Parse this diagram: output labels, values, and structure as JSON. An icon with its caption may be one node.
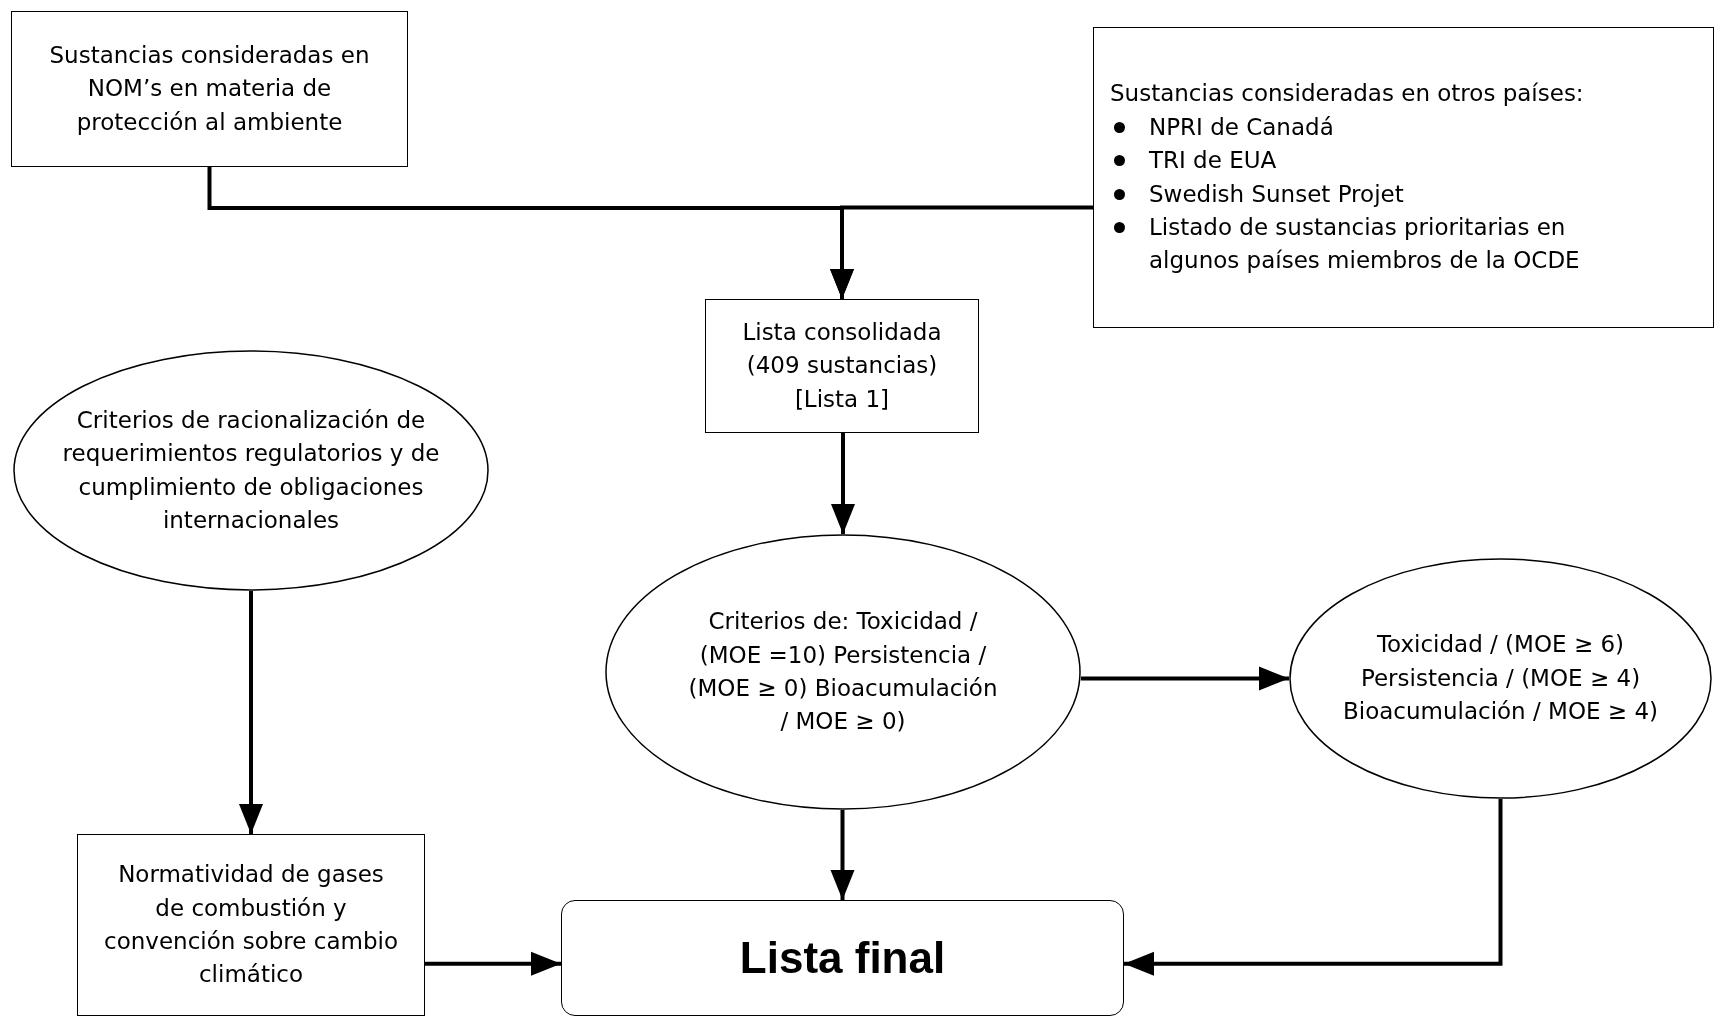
{
  "diagram": {
    "nodes": [
      {
        "text": [
          "Sustancias consideradas en NOM’s en materia de protección al ambiente"
        ]
      },
      {
        "text": [
          "Sustancias consideradas en otros países:",
          "NPRI de Canadá",
          "TRI de EUA",
          "Swedish Sunset Projet",
          "Listado de sustancias prioritarias en algunos países miembros de la OCDE"
        ]
      },
      {
        "text": [
          "Lista consolidada (409 sustancias) [Lista 1]"
        ]
      },
      {
        "text": [
          "Criterios de racionalización de requerimientos regulatorios y de cumplimiento de obligaciones internacionales"
        ]
      },
      {
        "text": [
          "Criterios de: Toxicidad / (MOE =10) Persistencia / (MOE ≥ 0) Bioacumulación / MOE ≥ 0)"
        ]
      },
      {
        "text": [
          "Toxicidad / (MOE ≥ 6) Persistencia / (MOE ≥ 4) Bioacumulación / MOE ≥ 4)"
        ]
      },
      {
        "text": [
          "Normatividad de gases de combustión y convención sobre cambio climático"
        ]
      },
      {
        "text": [
          "Lista final"
        ]
      }
    ],
    "edges": [
      {
        "from": 0,
        "to": 2,
        "arrow": "to"
      },
      {
        "from": 1,
        "to": 2,
        "arrow": "to"
      },
      {
        "from": 2,
        "to": 4,
        "arrow": "to"
      },
      {
        "from": 3,
        "to": 6,
        "arrow": "to"
      },
      {
        "from": 4,
        "to": 7,
        "arrow": "to"
      },
      {
        "from": 4,
        "to": 5,
        "arrow": "to"
      },
      {
        "from": 5,
        "to": 7,
        "arrow": "to"
      },
      {
        "from": 6,
        "to": 7,
        "arrow": "to"
      }
    ]
  }
}
